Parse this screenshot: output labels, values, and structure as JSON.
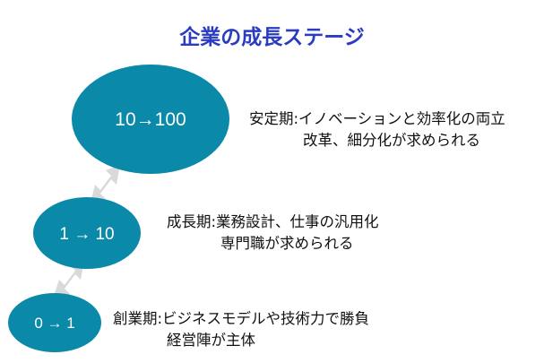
{
  "title": "企業の成長ステージ",
  "colors": {
    "ellipse": "#0a8aa8",
    "arrow": "#d9d9d9",
    "title": "#2a3cc0"
  },
  "stages": [
    {
      "label": "0 → 1",
      "name": "創業期",
      "line1": "創業期:ビジネスモデルや技術力で勝負",
      "line2": "経営陣が主体"
    },
    {
      "label": "1 → 10",
      "name": "成長期",
      "line1": "成長期:業務設計、仕事の汎用化",
      "line2": "専門職が求められる"
    },
    {
      "label": "10→100",
      "name": "安定期",
      "line1": "安定期:イノベーションと効率化の両立",
      "line2": "改革、細分化が求められる"
    }
  ]
}
